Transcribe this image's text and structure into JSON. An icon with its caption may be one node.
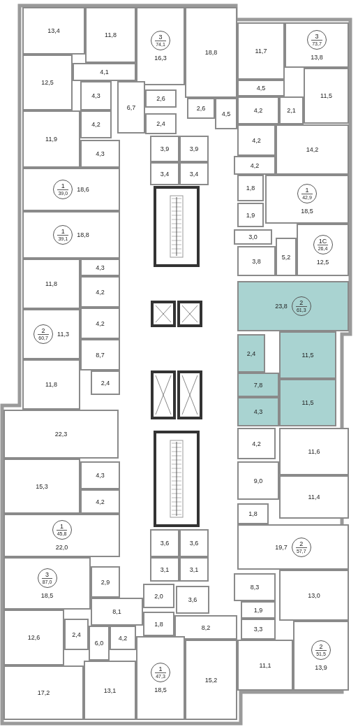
{
  "diagram": {
    "nodes": [
      {
        "text": [
          "13,4"
        ]
      },
      {
        "text": [
          "11,8"
        ]
      },
      {
        "text": [
          "16,3"
        ]
      },
      {
        "text": [
          "3",
          "74,1"
        ],
        "in": 2
      },
      {
        "text": [
          "18,8"
        ]
      },
      {
        "text": [
          "11,7"
        ]
      },
      {
        "text": [
          "13,8"
        ]
      },
      {
        "text": [
          "3",
          "73,7"
        ],
        "in": 6
      },
      {
        "text": [
          "12,5"
        ]
      },
      {
        "text": [
          "4,1"
        ]
      },
      {
        "text": [
          "11,5"
        ]
      },
      {
        "text": [
          "4,5"
        ]
      },
      {
        "text": [
          "4,3"
        ]
      },
      {
        "text": [
          "6,7"
        ]
      },
      {
        "text": [
          "2,6"
        ]
      },
      {
        "text": [
          "4,2"
        ]
      },
      {
        "text": [
          "2,1"
        ]
      },
      {
        "text": [
          "2,6"
        ]
      },
      {
        "text": [
          "4,5"
        ]
      },
      {
        "text": [
          "11,9"
        ]
      },
      {
        "text": [
          "4,2"
        ]
      },
      {
        "text": [
          "2,4"
        ]
      },
      {
        "text": [
          "4,2"
        ]
      },
      {
        "text": [
          "14,2"
        ]
      },
      {
        "text": [
          "3,9"
        ]
      },
      {
        "text": [
          "3,9"
        ]
      },
      {
        "text": [
          "4,3"
        ]
      },
      {
        "text": [
          "4,2"
        ]
      },
      {
        "text": [
          "3,4"
        ]
      },
      {
        "text": [
          "3,4"
        ]
      },
      {
        "text": [
          "18,6"
        ]
      },
      {
        "text": [
          "1",
          "39,0"
        ],
        "in": 30
      },
      {
        "text": [
          "1,8"
        ]
      },
      {
        "text": [
          "18,5"
        ]
      },
      {
        "text": [
          "1",
          "42,9"
        ],
        "in": 33
      },
      {
        "text": [
          "1,9"
        ]
      },
      {
        "text": [
          "18,8"
        ]
      },
      {
        "text": [
          "1",
          "39,1"
        ],
        "in": 36
      },
      {
        "text": [
          "12,5"
        ]
      },
      {
        "text": [
          "1C",
          "26,4"
        ],
        "in": 38
      },
      {
        "text": [
          "3,0"
        ]
      },
      {
        "text": [
          "5,2"
        ]
      },
      {
        "text": [
          "3,8"
        ]
      },
      {
        "text": [
          "4,3"
        ]
      },
      {
        "text": [
          "11,8"
        ]
      },
      {
        "text": [
          "4,2"
        ]
      },
      {
        "text": [
          "23,8"
        ]
      },
      {
        "text": [
          "2",
          "61,3"
        ],
        "in": 46
      },
      {
        "text": [
          "4,2"
        ]
      },
      {
        "text": [
          "11,3"
        ]
      },
      {
        "text": [
          "2",
          "60,7"
        ],
        "in": 49
      },
      {
        "text": [
          "11,5"
        ]
      },
      {
        "text": [
          "2,4"
        ]
      },
      {
        "text": [
          "8,7"
        ]
      },
      {
        "text": [
          "11,8"
        ]
      },
      {
        "text": [
          "2,4"
        ]
      },
      {
        "text": [
          "7,8"
        ]
      },
      {
        "text": [
          "11,5"
        ]
      },
      {
        "text": [
          "4,3"
        ]
      },
      {
        "text": [
          "22,3"
        ]
      },
      {
        "text": [
          "4,2"
        ]
      },
      {
        "text": [
          "11,6"
        ]
      },
      {
        "text": [
          "15,3"
        ]
      },
      {
        "text": [
          "4,3"
        ]
      },
      {
        "text": [
          "9,0"
        ]
      },
      {
        "text": [
          "11,4"
        ]
      },
      {
        "text": [
          "4,2"
        ]
      },
      {
        "text": [
          "1,8"
        ]
      },
      {
        "text": [
          "22,0"
        ]
      },
      {
        "text": [
          "1",
          "45,8"
        ],
        "in": 68
      },
      {
        "text": [
          "19,7"
        ]
      },
      {
        "text": [
          "2",
          "57,7"
        ],
        "in": 70
      },
      {
        "text": [
          "3,6"
        ]
      },
      {
        "text": [
          "3,6"
        ]
      },
      {
        "text": [
          "18,5"
        ]
      },
      {
        "text": [
          "3",
          "87,0"
        ],
        "in": 74
      },
      {
        "text": [
          "3,1"
        ]
      },
      {
        "text": [
          "3,1"
        ]
      },
      {
        "text": [
          "2,9"
        ]
      },
      {
        "text": [
          "13,0"
        ]
      },
      {
        "text": [
          "8,3"
        ]
      },
      {
        "text": [
          "2,0"
        ]
      },
      {
        "text": [
          "3,6"
        ]
      },
      {
        "text": [
          "8,1"
        ]
      },
      {
        "text": [
          "1,9"
        ]
      },
      {
        "text": [
          "12,6"
        ]
      },
      {
        "text": [
          "1,8"
        ]
      },
      {
        "text": [
          "8,2"
        ]
      },
      {
        "text": [
          "2,4"
        ]
      },
      {
        "text": [
          "3,3"
        ]
      },
      {
        "text": [
          "13,9"
        ]
      },
      {
        "text": [
          "2",
          "51,5"
        ],
        "in": 90
      },
      {
        "text": [
          "6,0"
        ]
      },
      {
        "text": [
          "4,2"
        ]
      },
      {
        "text": [
          "18,5"
        ]
      },
      {
        "text": [
          "1",
          "47,3"
        ],
        "in": 94
      },
      {
        "text": [
          "11,1"
        ]
      },
      {
        "text": [
          "15,2"
        ]
      },
      {
        "text": [
          "17,2"
        ]
      },
      {
        "text": [
          "13,1"
        ]
      }
    ]
  }
}
